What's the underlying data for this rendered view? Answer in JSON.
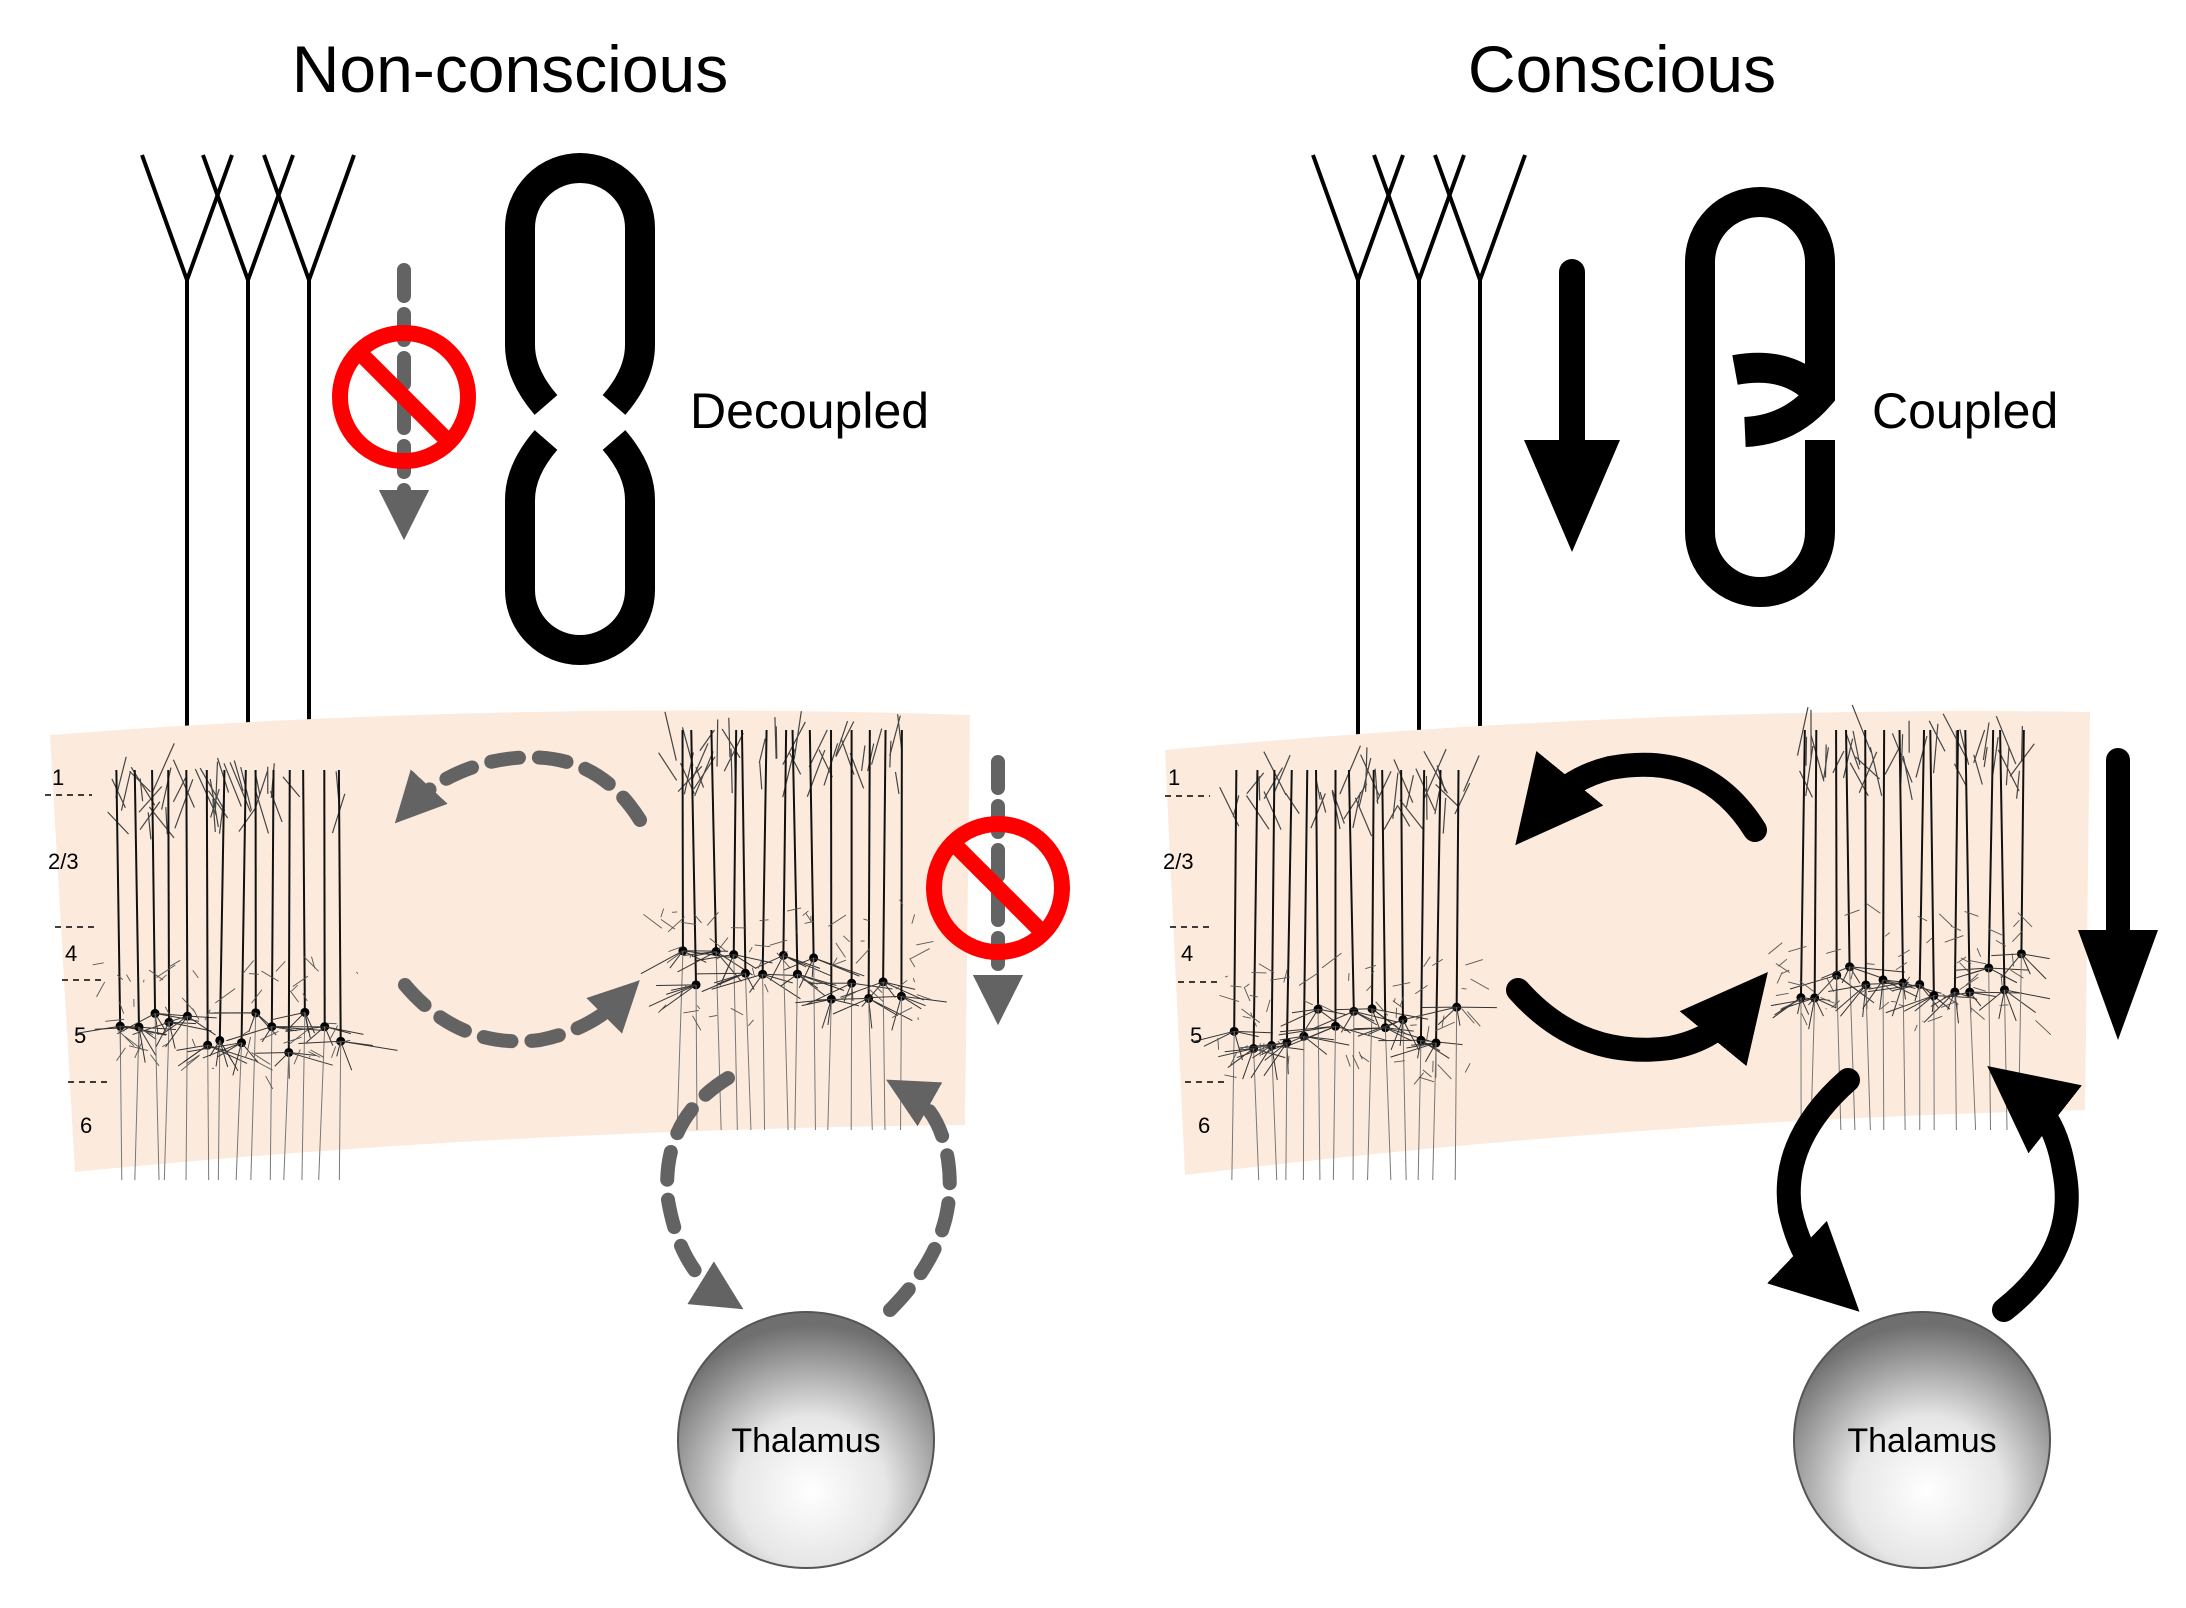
{
  "panels": {
    "left": {
      "title": "Non-conscious",
      "state_label": "Decoupled",
      "thalamus_label": "Thalamus"
    },
    "right": {
      "title": "Conscious",
      "state_label": "Coupled",
      "thalamus_label": "Thalamus"
    }
  },
  "cortical_layers": [
    "1",
    "2/3",
    "4",
    "5",
    "6"
  ],
  "colors": {
    "cortex_fill": "#fcebdc",
    "arrow_dashed": "#636363",
    "arrow_solid": "#000000",
    "prohibition_sign": "#ff0000"
  },
  "icons": {
    "neuron": "pyramidal-neuron-icon",
    "blocked": "prohibition-icon",
    "broken_chain": "broken-chain-link-icon",
    "linked_chain": "chain-link-icon"
  }
}
